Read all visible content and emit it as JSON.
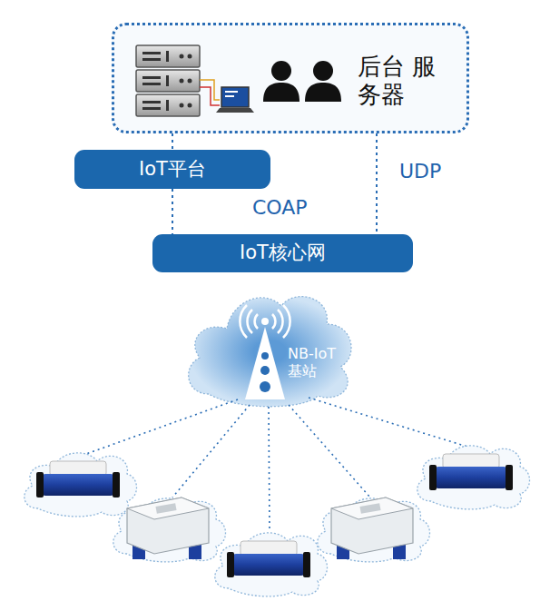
{
  "diagram": {
    "nodes": [
      {
        "text": [
          "后台 服务器"
        ]
      },
      {
        "text": [
          "IoT平台"
        ]
      },
      {
        "text": [
          "IoT核心网"
        ]
      },
      {
        "text": [
          "NB-IoT 基站"
        ]
      }
    ],
    "edges": [
      {
        "from": 0,
        "to": 1,
        "arrow": "none"
      },
      {
        "from": 1,
        "to": 2,
        "label": "COAP",
        "arrow": "none"
      },
      {
        "from": 0,
        "to": 2,
        "label": "UDP",
        "arrow": "none"
      }
    ]
  }
}
